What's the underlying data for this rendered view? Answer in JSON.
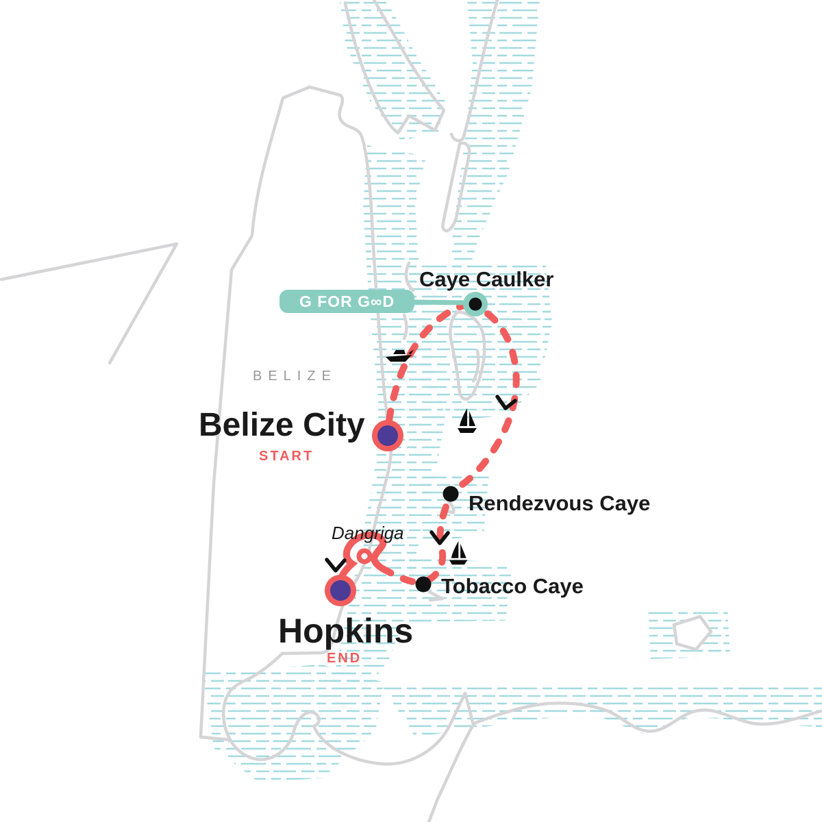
{
  "page_title": "Belize small-group tour itinerary map",
  "country_label": "BELIZE",
  "badge": {
    "label": "G FOR GOOD",
    "display": "G FOR G∞D"
  },
  "stops": {
    "caye_caulker": {
      "name": "Caye Caulker",
      "marker": "teal-ring-black-dot"
    },
    "belize_city": {
      "name": "Belize City",
      "tag": "START",
      "marker": "coral-ring-purple-dot"
    },
    "rendezvous_caye": {
      "name": "Rendezvous Caye",
      "marker": "black-dot"
    },
    "dangriga": {
      "name": "Dangriga",
      "marker": "small-coral-ring"
    },
    "tobacco_caye": {
      "name": "Tobacco Caye",
      "marker": "black-dot"
    },
    "hopkins": {
      "name": "Hopkins",
      "tag": "END",
      "marker": "coral-ring-purple-dot"
    }
  },
  "route": {
    "style": "dashed-red",
    "transport_icons": [
      "motorboat",
      "sailboat",
      "sailboat"
    ],
    "direction_arrows": 3
  },
  "colors": {
    "accent_teal": "#89CEC1",
    "route_red": "#F15D5D",
    "stop_purple": "#4C3B97",
    "water_hatch": "#A3DADF",
    "map_outline": "#D5D5D7",
    "label_gray": "#98989C",
    "text_black": "#1A1A1A"
  }
}
